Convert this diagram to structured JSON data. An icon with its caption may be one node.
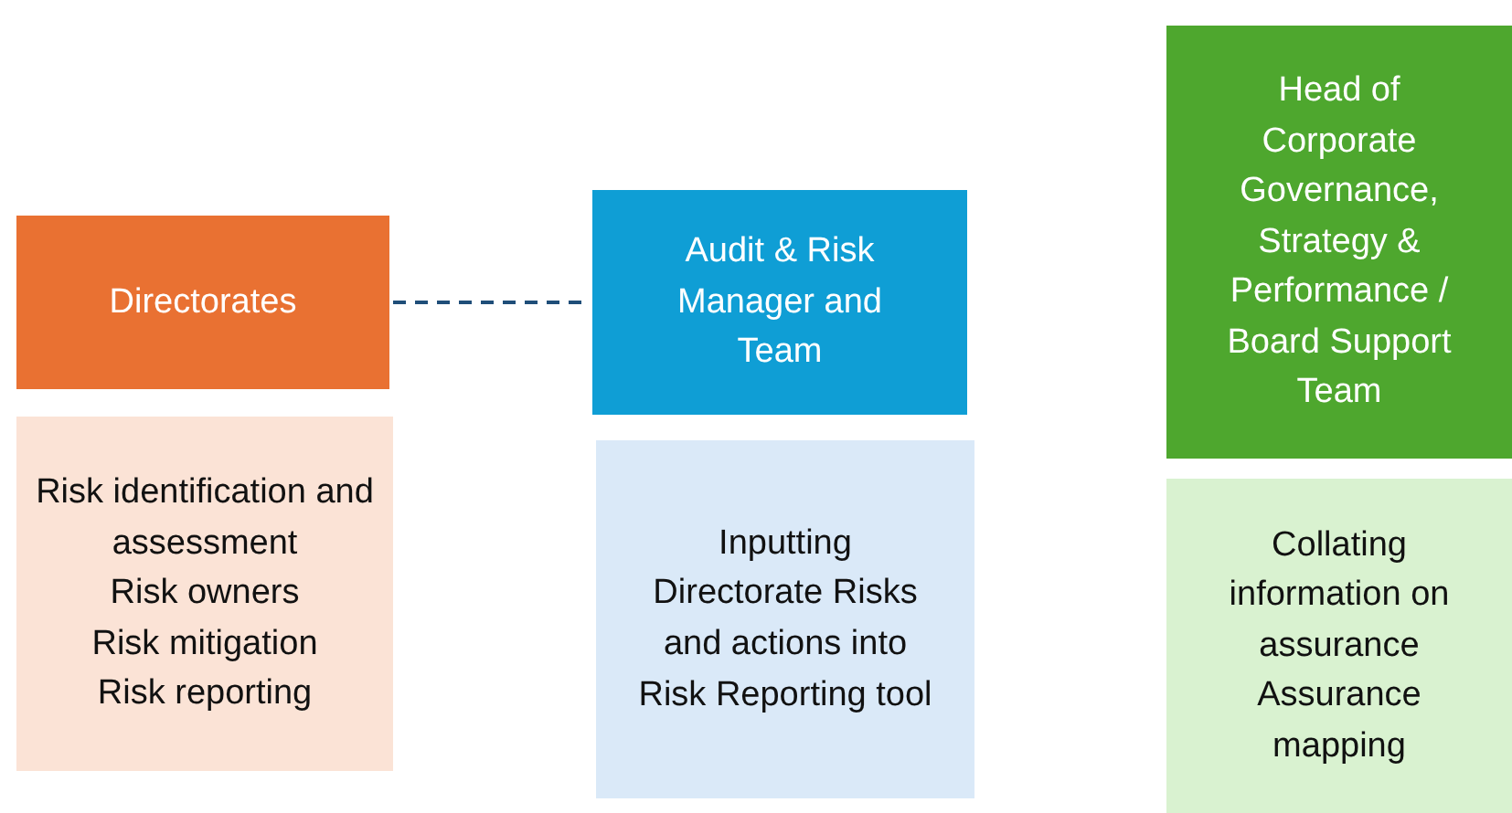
{
  "diagram": {
    "nodes": [
      {
        "text": [
          "Directorates"
        ]
      },
      {
        "text": [
          "Risk identification and assessment",
          "Risk owners",
          "Risk mitigation",
          "Risk reporting"
        ]
      },
      {
        "text": [
          "Audit & Risk Manager and Team"
        ]
      },
      {
        "text": [
          "Inputting Directorate Risks and actions into Risk Reporting tool"
        ]
      },
      {
        "text": [
          "Head of Corporate Governance, Strategy & Performance / Board Support Team"
        ]
      },
      {
        "text": [
          "Collating information on assurance",
          "Assurance mapping"
        ]
      }
    ],
    "edges": [
      {
        "from": 0,
        "to": 2,
        "arrow": "none",
        "style": "dashed",
        "color": "#1f4e79"
      }
    ]
  }
}
